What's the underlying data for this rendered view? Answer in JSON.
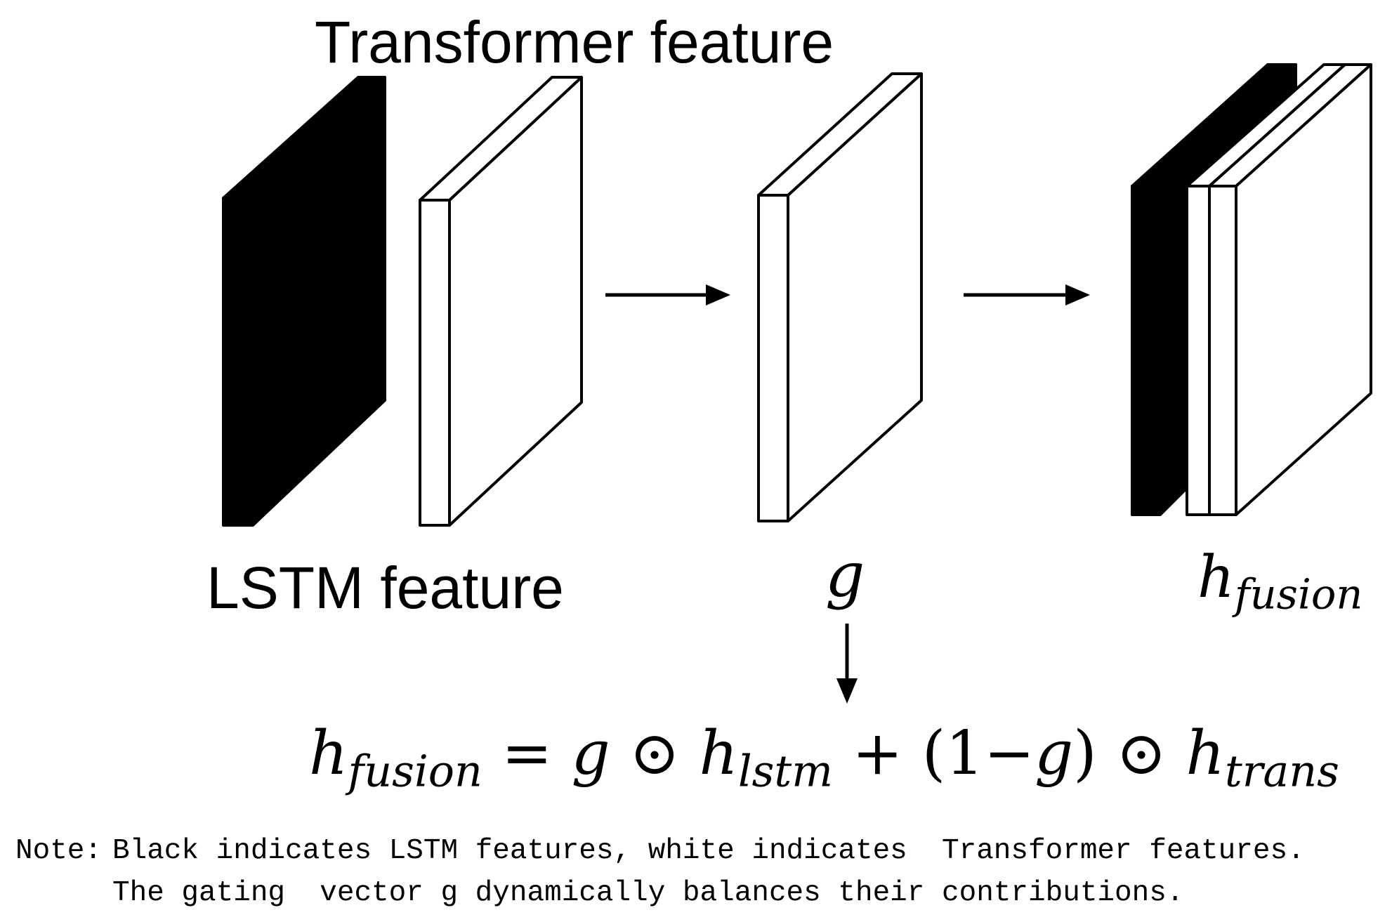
{
  "labels": {
    "transformer_feature": "Transformer feature",
    "lstm_feature": "LSTM feature",
    "gate": "g",
    "fusion_base": "h",
    "fusion_sub": "fusion"
  },
  "equation": {
    "lhs_base": "h",
    "lhs_sub": "fusion",
    "equals": "=",
    "g1": "g",
    "odot1": "⊙",
    "h_lstm_base": "h",
    "h_lstm_sub": "lstm",
    "plus": "+",
    "one_minus_open": "(1−",
    "g2": "g",
    "close_paren": ")",
    "odot2": "⊙",
    "h_trans_base": "h",
    "h_trans_sub": "trans"
  },
  "note": {
    "prefix": "Note:",
    "line1": "Black indicates LSTM features, white indicates  Transformer features.",
    "line2": "The gating  vector g dynamically balances their contributions."
  },
  "colors": {
    "lstm_block": "#000000",
    "transformer_block": "#ffffff",
    "stroke": "#000000"
  }
}
